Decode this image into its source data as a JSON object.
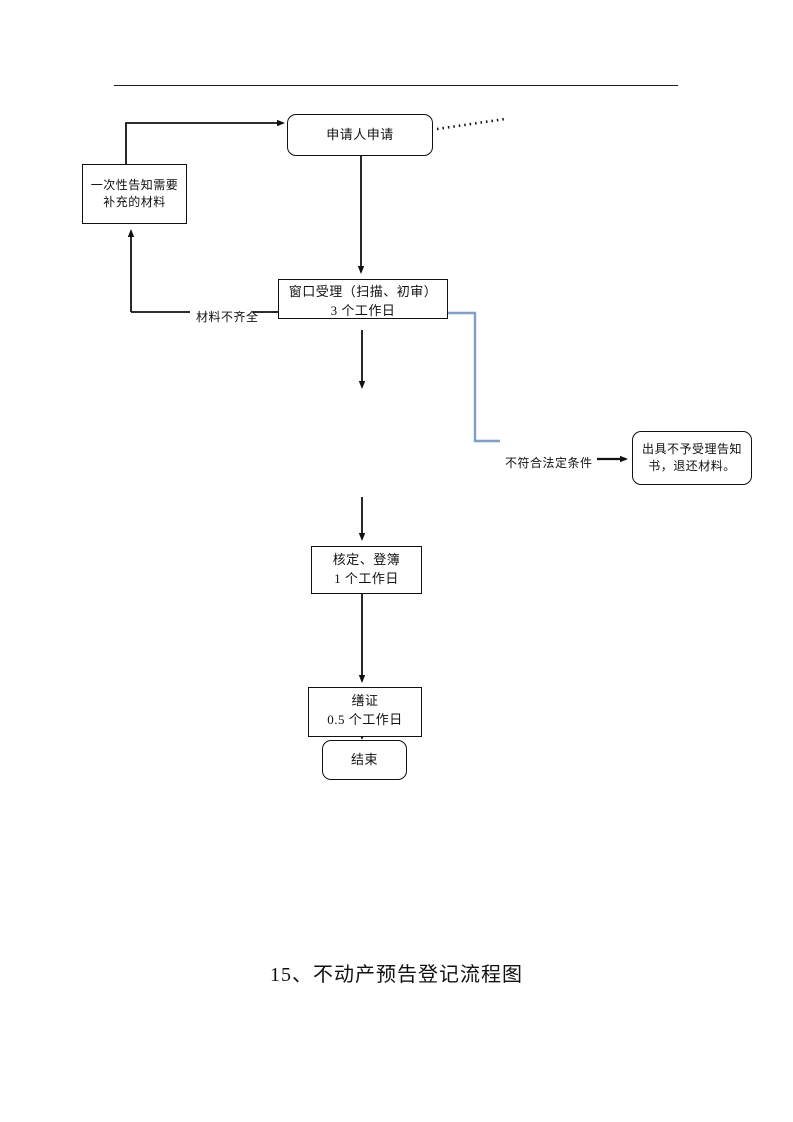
{
  "document": {
    "title_caption": "15、不动产预告登记流程图"
  },
  "diagram": {
    "type": "flowchart",
    "nodes": [
      {
        "id": "apply",
        "shape": "rounded-rect",
        "lines": [
          "申请人申请"
        ]
      },
      {
        "id": "notify",
        "shape": "rect",
        "lines": [
          "一次性告知需要",
          "补充的材料"
        ]
      },
      {
        "id": "accept",
        "shape": "rect",
        "lines": [
          "窗口受理（扫描、初审）",
          "3 个工作日"
        ]
      },
      {
        "id": "reject",
        "shape": "rounded-rect",
        "lines": [
          "出具不予受理告知",
          "书，退还材料。"
        ]
      },
      {
        "id": "verify",
        "shape": "rect",
        "lines": [
          "核定、登簿",
          "1 个工作日"
        ]
      },
      {
        "id": "cert",
        "shape": "rect",
        "lines": [
          "缮证",
          "0.5 个工作日"
        ]
      },
      {
        "id": "end",
        "shape": "rounded-rect",
        "lines": [
          "结束"
        ]
      }
    ],
    "edge_labels": {
      "incomplete": "材料不齐全",
      "illegal": "不符合法定条件"
    },
    "colors": {
      "line": "#111111",
      "branch_line": "#7f9fc4",
      "background": "#ffffff"
    }
  }
}
